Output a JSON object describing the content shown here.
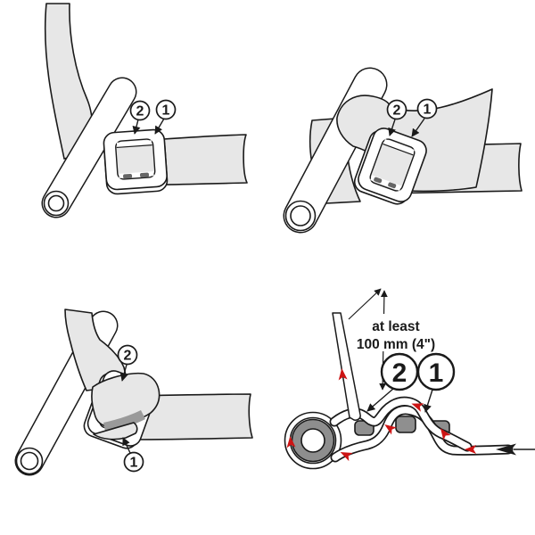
{
  "colors": {
    "ink": "#1a1a1a",
    "paper": "#ffffff",
    "strap": "#e7e7e7",
    "metal": "#ffffff",
    "bar": "#8f8f8f",
    "polering": "#8e8e8e",
    "red": "#cc1414",
    "shadow": "#9a9a9a"
  },
  "steps": [
    {
      "id": "step-1",
      "callouts": {
        "first": "2",
        "second": "1"
      }
    },
    {
      "id": "step-2",
      "callouts": {
        "first": "2",
        "second": "1"
      }
    },
    {
      "id": "step-3",
      "callouts": {
        "first": "2",
        "second": "1"
      }
    },
    {
      "id": "step-4",
      "callouts": {
        "first": "2",
        "second": "1"
      },
      "note": {
        "line1": "at least",
        "line2": "100 mm  (4\")"
      }
    }
  ]
}
